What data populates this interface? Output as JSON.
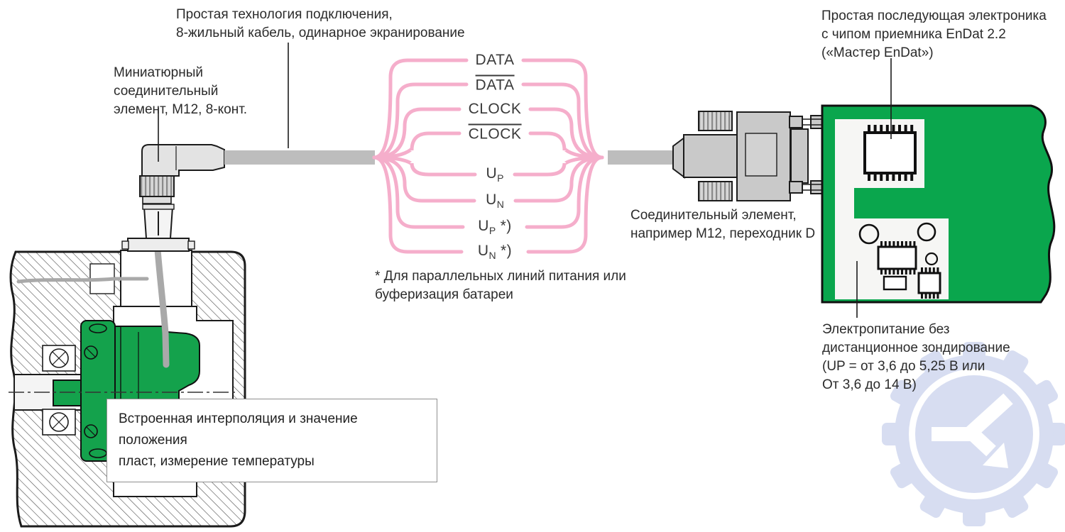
{
  "labels": {
    "cable_top": {
      "line1": "Простая технология подключения,",
      "line2": "8-жильный кабель, одинарное экранирование"
    },
    "connector_left": {
      "line1": "Миниатюрный",
      "line2": "соединительный",
      "line3": "элемент, M12, 8-конт."
    },
    "electronics": {
      "line1": "Простая последующая электроника",
      "line2": "с чипом приемника EnDat 2.2",
      "line3": "(«Мастер EnDat»)"
    },
    "connector_right": {
      "line1": "Соединительный элемент,",
      "line2": "например M12, переходник D"
    },
    "footnote": {
      "line1": "* Для параллельных линий питания или",
      "line2": "буферизация батареи"
    },
    "power": {
      "line1": "Электропитание без",
      "line2": "дистанционное зондирование",
      "line3": "(UP = от 3,6 до 5,25 В или",
      "line4": "От 3,6 до 14 В)"
    },
    "interpolation_box": {
      "line1": "Встроенная интерполяция и значение положения",
      "line2": "пласт, измерение температуры"
    }
  },
  "signals": [
    {
      "label": "DATA",
      "overline": false
    },
    {
      "label": "DATA",
      "overline": true
    },
    {
      "label": "CLOCK",
      "overline": false
    },
    {
      "label": "CLOCK",
      "overline": true
    },
    {
      "label": "U",
      "sub": "P",
      "suffix": "",
      "overline": false
    },
    {
      "label": "U",
      "sub": "N",
      "suffix": "",
      "overline": false
    },
    {
      "label": "U",
      "sub": "P",
      "suffix": " *)",
      "overline": false
    },
    {
      "label": "U",
      "sub": "N",
      "suffix": " *)",
      "overline": false
    }
  ],
  "colors": {
    "signal_pink": "#f5aecb",
    "pcb_green": "#0aa64d",
    "encoder_green": "#14a24c",
    "cable_gray": "#bdbdbd",
    "connector_gray": "#c9c9c9",
    "watermark_blue": "#b7c3e6"
  },
  "icons": {
    "watermark": "gear-k-logo-watermark"
  }
}
